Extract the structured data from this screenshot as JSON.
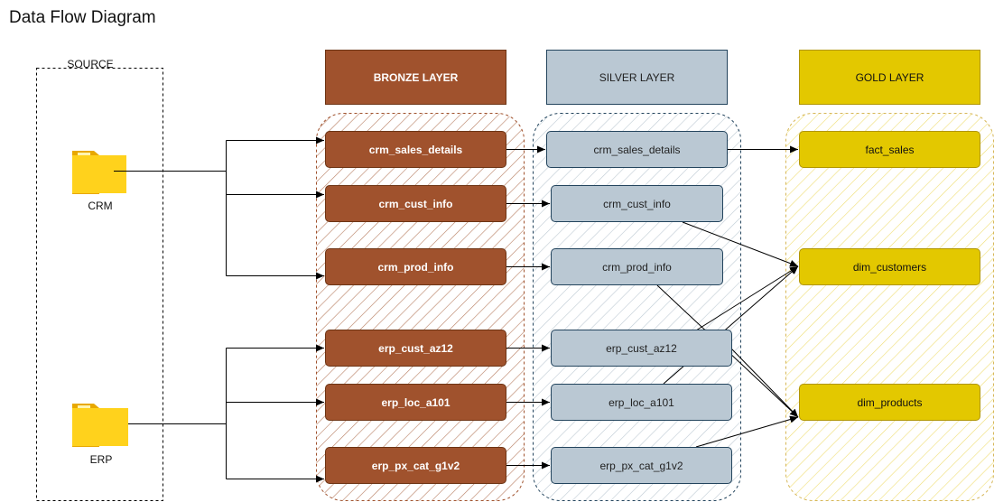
{
  "title": "Data Flow Diagram",
  "source": {
    "label": "SOURCE",
    "systems": [
      {
        "key": "crm",
        "label": "CRM"
      },
      {
        "key": "erp",
        "label": "ERP"
      }
    ]
  },
  "layers": {
    "bronze": {
      "label": "BRONZE LAYER",
      "color": "#a0522d"
    },
    "silver": {
      "label": "SILVER LAYER",
      "color": "#bac8d3"
    },
    "gold": {
      "label": "GOLD LAYER",
      "color": "#e3c800"
    }
  },
  "bronze_tables": [
    "crm_sales_details",
    "crm_cust_info",
    "crm_prod_info",
    "erp_cust_az12",
    "erp_loc_a101",
    "erp_px_cat_g1v2"
  ],
  "silver_tables": [
    "crm_sales_details",
    "crm_cust_info",
    "crm_prod_info",
    "erp_cust_az12",
    "erp_loc_a101",
    "erp_px_cat_g1v2"
  ],
  "gold_tables": [
    "fact_sales",
    "dim_customers",
    "dim_products"
  ],
  "flows": [
    {
      "from": "silver.crm_sales_details",
      "to": "gold.fact_sales"
    },
    {
      "from": "silver.crm_cust_info",
      "to": "gold.dim_customers"
    },
    {
      "from": "silver.erp_cust_az12",
      "to": "gold.dim_customers"
    },
    {
      "from": "silver.erp_loc_a101",
      "to": "gold.dim_customers"
    },
    {
      "from": "silver.crm_prod_info",
      "to": "gold.dim_products"
    },
    {
      "from": "silver.erp_cust_az12",
      "to": "gold.dim_products"
    },
    {
      "from": "silver.erp_px_cat_g1v2",
      "to": "gold.dim_products"
    }
  ]
}
